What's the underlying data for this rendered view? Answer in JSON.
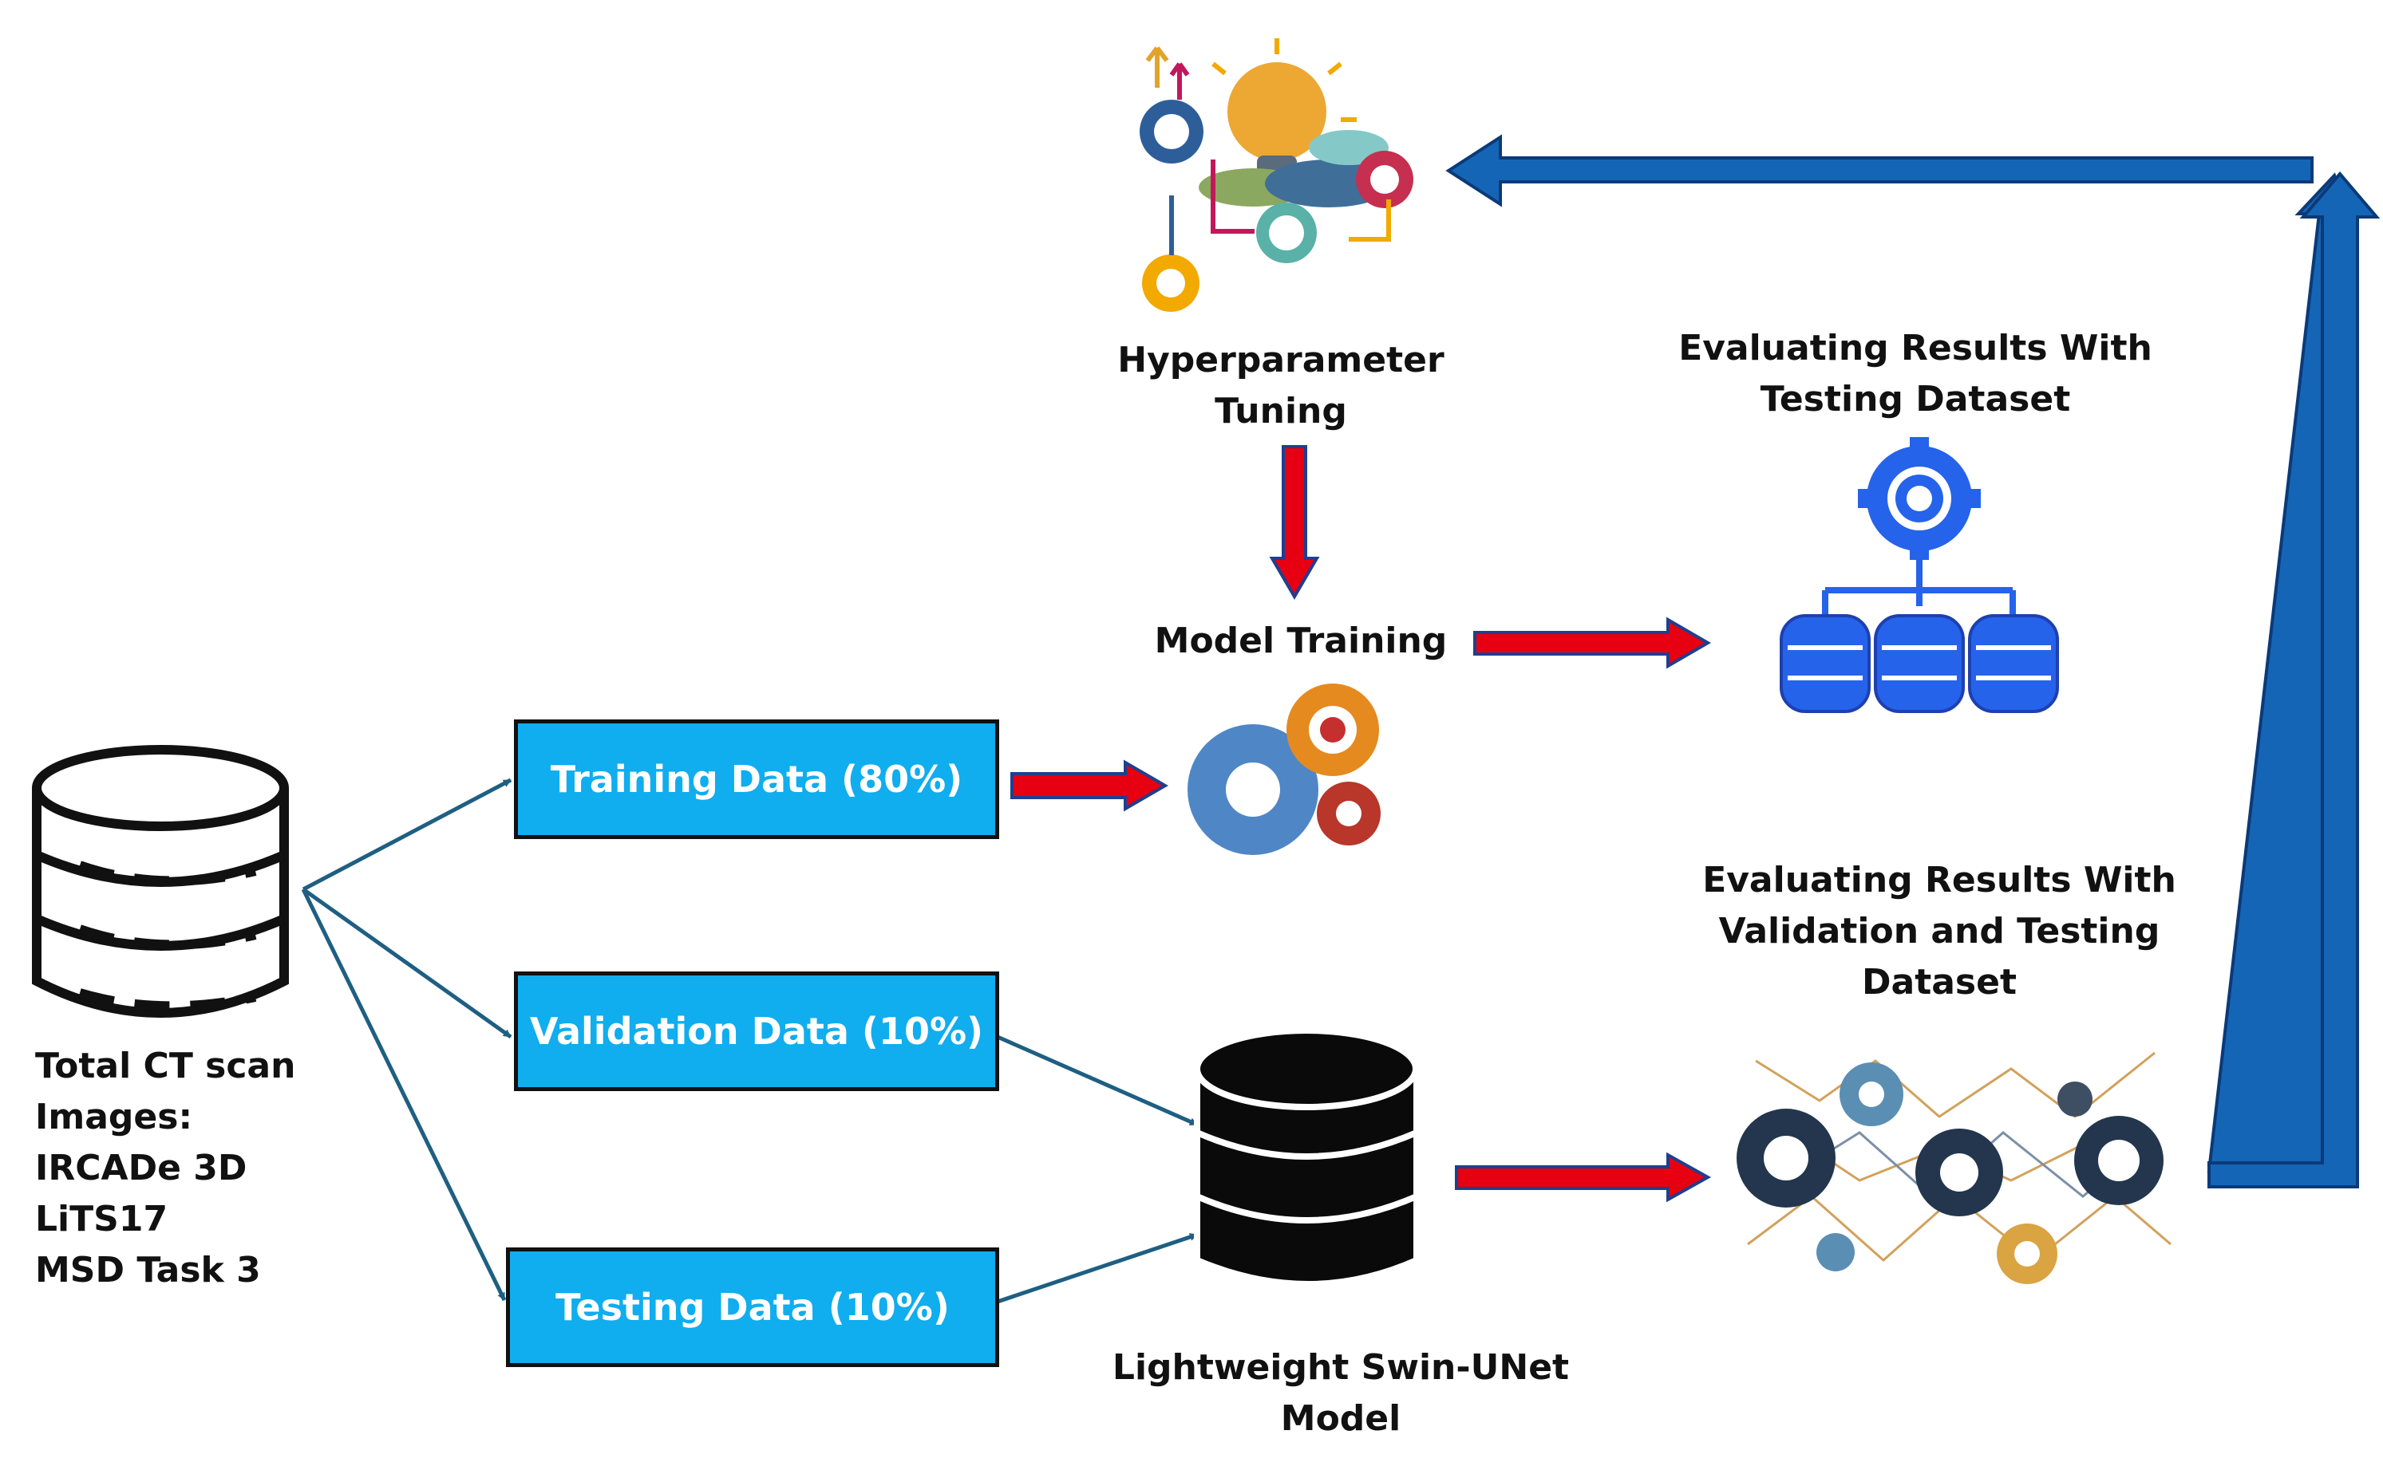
{
  "source": {
    "label_lines": [
      "Total CT scan",
      "Images:",
      "IRCADe 3D",
      "LiTS17",
      "MSD Task 3"
    ]
  },
  "splits": {
    "training": "Training Data (80%)",
    "validation": "Validation Data (10%)",
    "testing": "Testing Data (10%)"
  },
  "steps": {
    "hyperparameter": "Hyperparameter Tuning",
    "model_training": "Model Training",
    "model": "Lightweight Swin-UNet Model",
    "eval_testing": "Evaluating Results With Testing Dataset",
    "eval_validation": "Evaluating Results With Validation and Testing Dataset"
  },
  "colors": {
    "box_fill": "#10ADEF",
    "flow_arrow": "#E60012",
    "flow_arrow_outline": "#1F3F8F",
    "feedback_arrow": "#1565B6",
    "connector": "#1E5F82"
  },
  "icons": [
    "database-icon",
    "gears-icon",
    "idea-bulb-icon",
    "gear-database-icon",
    "network-gears-icon",
    "black-database-icon"
  ]
}
